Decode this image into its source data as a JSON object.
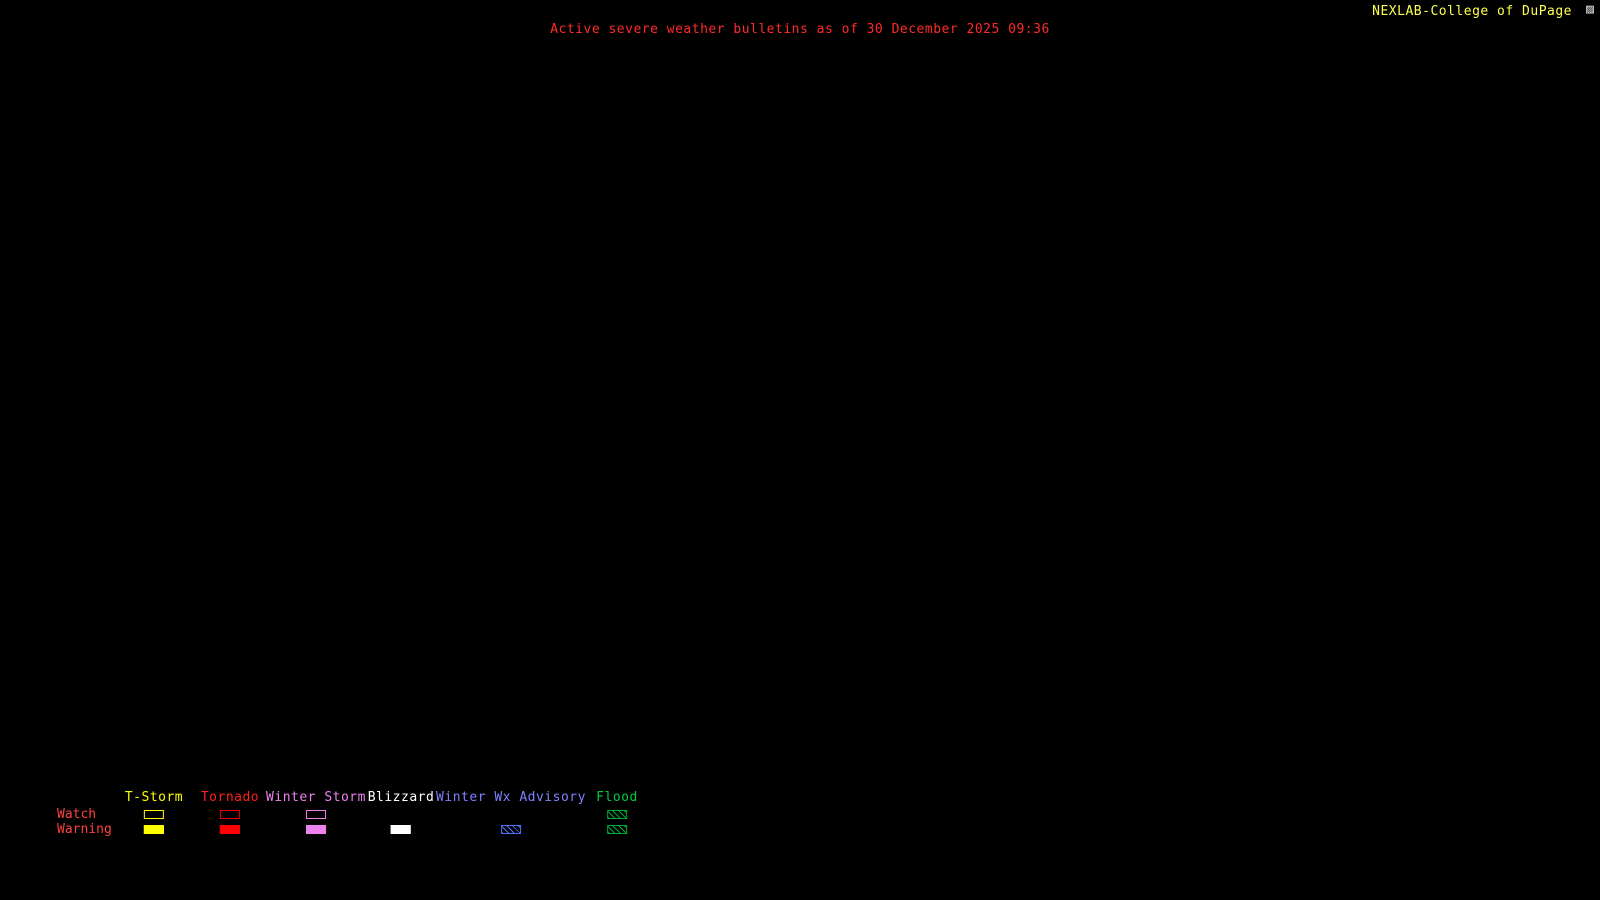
{
  "header": {
    "brand": "NEXLAB-College of DuPage",
    "brand_color": "#ffff4d",
    "corner_glyph": "▨",
    "title": "Active severe weather bulletins as of 30 December 2025 09:36",
    "title_color": "#ff2a2a"
  },
  "legend": {
    "row_labels": {
      "watch": "Watch",
      "warning": "Warning",
      "color": "#ff4040"
    },
    "columns": [
      {
        "id": "tstorm",
        "label": "T-Storm",
        "color": "#ffff00",
        "swatch_color": "#ffff00",
        "watch": "outline",
        "warning": "fill"
      },
      {
        "id": "tornado",
        "label": "Tornado",
        "color": "#ff2020",
        "swatch_color": "#ff0000",
        "watch": "outline",
        "warning": "fill"
      },
      {
        "id": "winter-storm",
        "label": "Winter Storm",
        "color": "#ee82ee",
        "swatch_color": "#ee82ee",
        "watch": "outline",
        "warning": "fill"
      },
      {
        "id": "blizzard",
        "label": "Blizzard",
        "color": "#ffffff",
        "swatch_color": "#ffffff",
        "watch": "none",
        "warning": "fill"
      },
      {
        "id": "winter-wx-advisory",
        "label": "Winter Wx Advisory",
        "color": "#8080ff",
        "swatch_color": "#4f6fff",
        "watch": "none",
        "warning": "hatch"
      },
      {
        "id": "flood",
        "label": "Flood",
        "color": "#00cc44",
        "swatch_color": "#00aa33",
        "watch": "hatch",
        "warning": "hatch"
      }
    ]
  }
}
